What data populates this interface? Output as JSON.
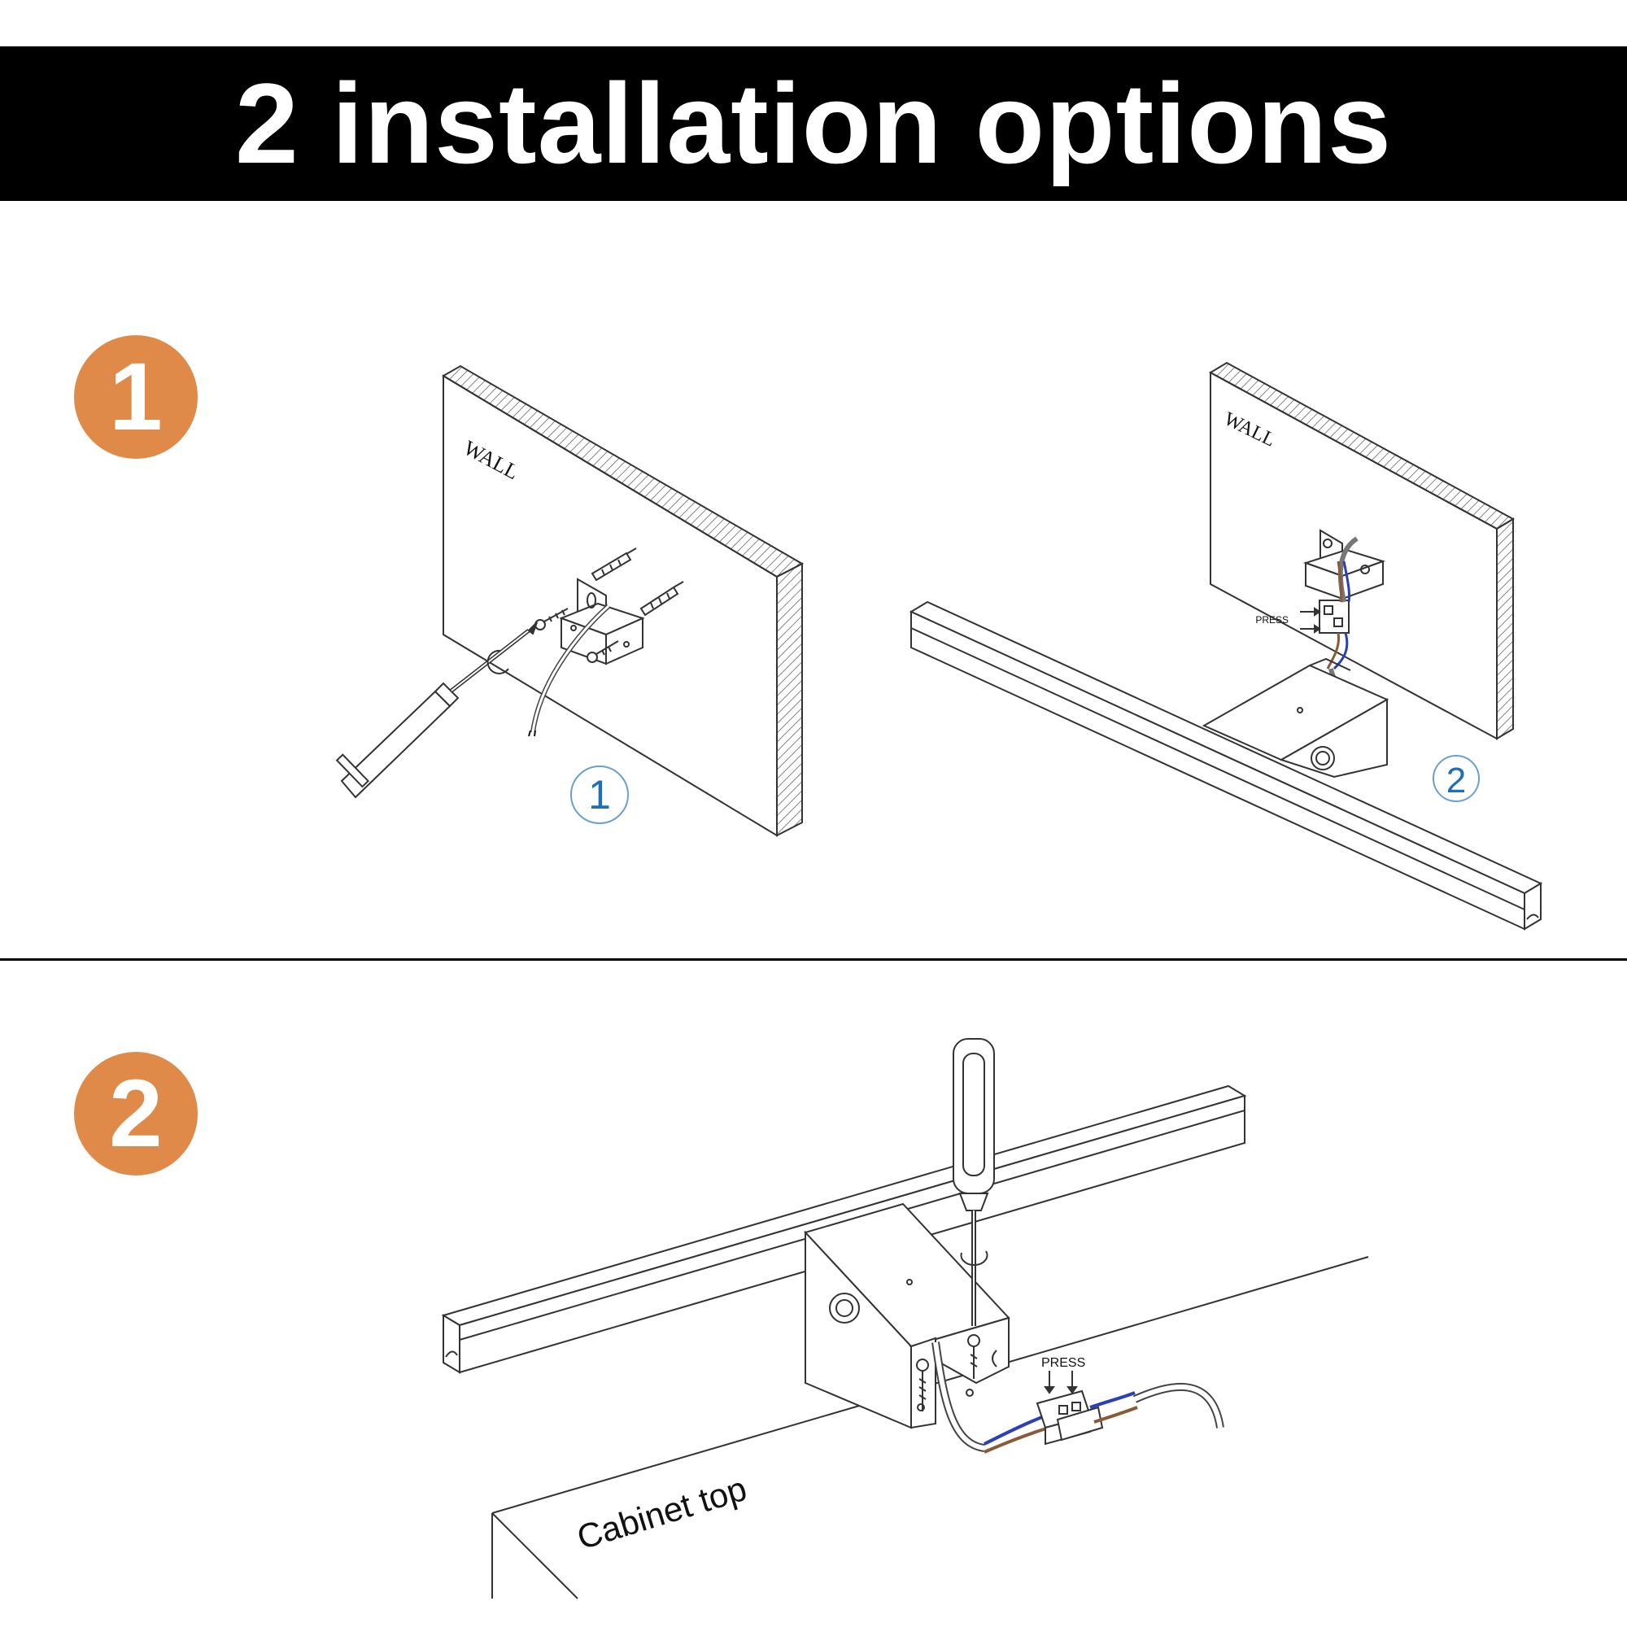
{
  "header": {
    "title": "2 installation options"
  },
  "options": [
    {
      "number": "1"
    },
    {
      "number": "2"
    }
  ],
  "option1": {
    "step1": {
      "wall_label": "WALL",
      "step_number": "1"
    },
    "step2": {
      "wall_label": "WALL",
      "press_label": "PRESS",
      "step_number": "2"
    }
  },
  "option2": {
    "press_label": "PRESS",
    "surface_label": "Cabinet top"
  },
  "colors": {
    "banner_bg": "#000000",
    "banner_text": "#ffffff",
    "badge": "#df8a48",
    "step_blue": "#1f6fb2",
    "wire_blue": "#2a3fb8",
    "wire_brown": "#8a5a36"
  }
}
